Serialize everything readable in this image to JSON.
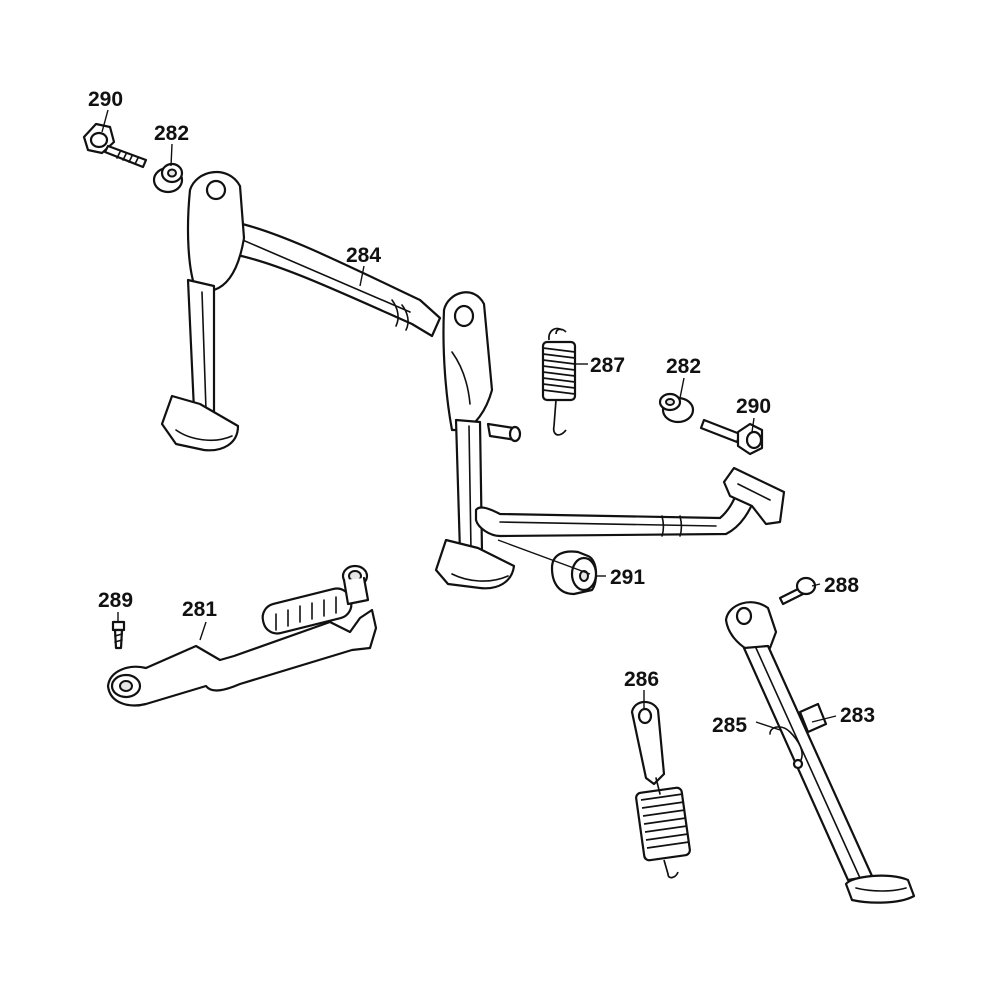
{
  "callouts": {
    "c290_top": "290",
    "c282_top": "282",
    "c284": "284",
    "c287": "287",
    "c282_right": "282",
    "c290_right": "290",
    "c291": "291",
    "c288": "288",
    "c289": "289",
    "c281": "281",
    "c286": "286",
    "c285": "285",
    "c283": "283"
  },
  "colors": {
    "ink": "#111111",
    "paper": "#ffffff"
  }
}
